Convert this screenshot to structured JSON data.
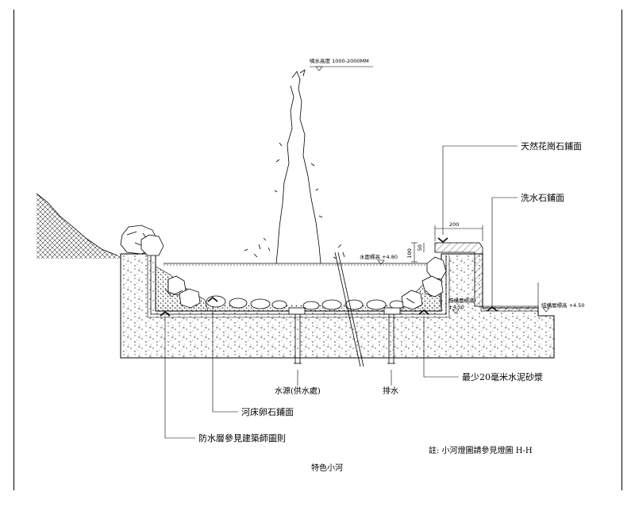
{
  "labels": {
    "spray_height": "噴水高度 1000-2000MM",
    "granite_paving": "天然花崗石鋪面",
    "washed_stone_paving": "洗水石鋪面",
    "water_level": "水面標高 +4.80",
    "structure_level_left": "結構層標高",
    "structure_level_left_value": "+4.50",
    "structure_level_right": "結構層標高 +4.50",
    "dim_200": "200",
    "dim_100": "100",
    "dim_50": "50",
    "mortar": "最少20毫米水泥砂漿",
    "water_source": "水源(供水處)",
    "drain": "排水",
    "riverbed_paving": "河床卵石鋪面",
    "waterproof": "防水層參見建築師圖則",
    "note": "註: 小河燈圖請參見燈圖 H-H",
    "title": "特色小河"
  },
  "colors": {
    "line": "#000000",
    "concrete_dots": "#555555",
    "background": "#ffffff"
  }
}
